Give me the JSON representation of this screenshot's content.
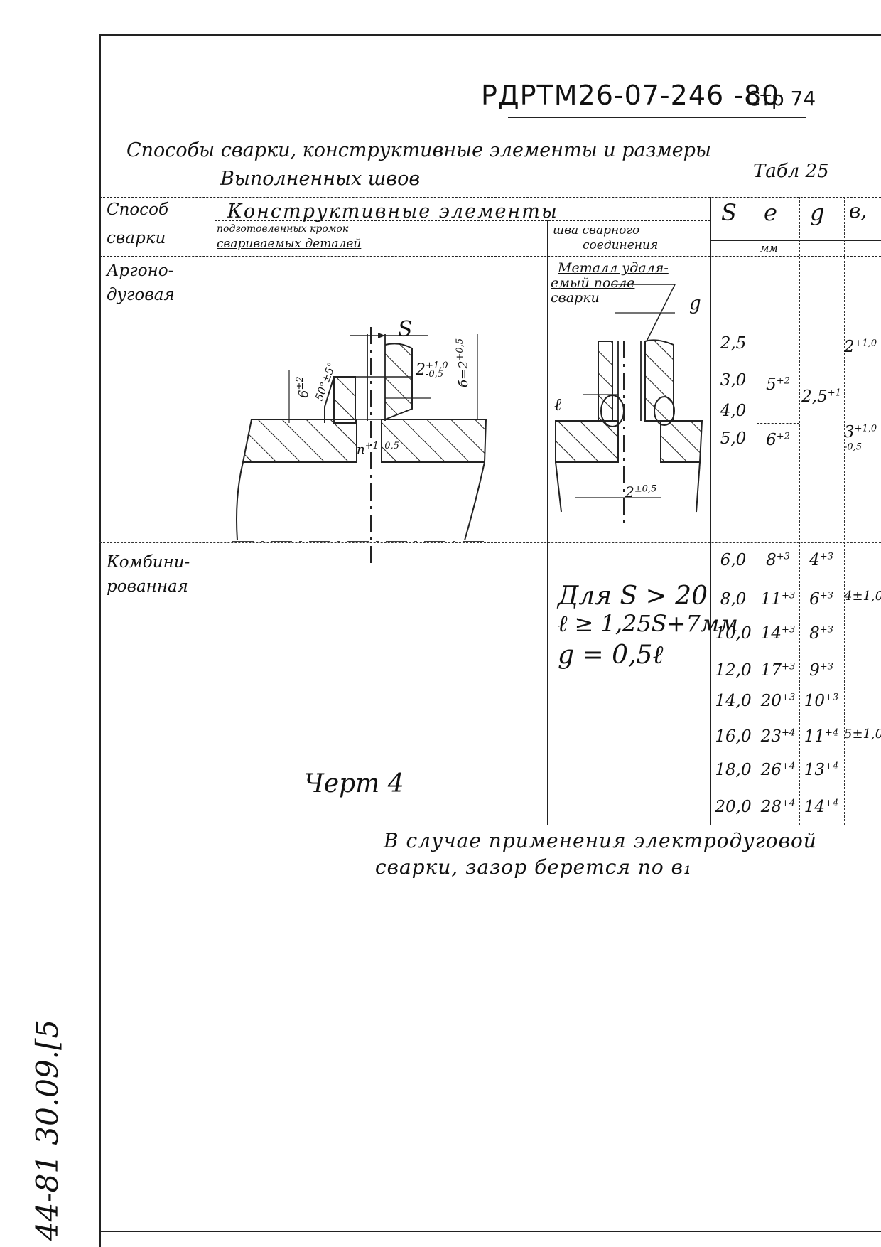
{
  "header": {
    "doc_code": "РДРТМ26-07-246 -80",
    "page": "Стр 74"
  },
  "title": {
    "line1": "Способы сварки, конструктивные элементы и размеры",
    "line2": "Выполненных швов",
    "table_ref": "Табл 25"
  },
  "table": {
    "col_method_1": "Способ",
    "col_method_2": "сварки",
    "col_elements": "Конструктивные элементы",
    "col_prep_1": "подготовленных кромок",
    "col_prep_2": "свариваемых деталей",
    "col_seam_1": "шва сварного",
    "col_seam_2": "соединения",
    "col_s": "S",
    "col_e": "e",
    "col_g": "g",
    "col_b": "в,",
    "units": "мм",
    "method_1_l1": "Аргоно-",
    "method_1_l2": "дуговая",
    "method_2_l1": "Комбини-",
    "method_2_l2": "рованная",
    "s_values": [
      "2,5",
      "3,0",
      "4,0",
      "5,0",
      "6,0",
      "8,0",
      "10,0",
      "12,0",
      "14,0",
      "16,0",
      "18,0",
      "20,0"
    ],
    "e_values": [
      "5",
      "6",
      "8",
      "11",
      "14",
      "17",
      "20",
      "23",
      "26",
      "28"
    ],
    "e_tol": [
      "+2",
      "+2",
      "+3",
      "+3",
      "+3",
      "+3",
      "+3",
      "+4",
      "+4",
      "+4"
    ],
    "g_values": [
      "2,5",
      "4",
      "6",
      "8",
      "9",
      "10",
      "11",
      "13",
      "14"
    ],
    "g_tol": [
      "+1",
      "+3",
      "+3",
      "+3",
      "+3",
      "+3",
      "+4",
      "+4",
      "+4"
    ],
    "b_values": [
      "2",
      "3",
      "4",
      "5"
    ],
    "b_tol": [
      "+1,0",
      "+1,0 -0,5",
      "±1,0",
      "±1,0"
    ]
  },
  "drawing": {
    "metal_note_1": "Металл удаля-",
    "metal_note_2": "емый после",
    "metal_note_3": "сварки",
    "dim_s": "S",
    "dim_g": "g",
    "dim_l": "ℓ",
    "dim_gap": "2",
    "dim_gap_tol_up": "+1,0",
    "dim_gap_tol_dn": "-0,5",
    "dim_b": "б=2",
    "dim_b_tol": "+0,5",
    "dim_6": "6",
    "dim_6_tol": "±2",
    "dim_angle": "50°",
    "dim_angle_tol": "±5°",
    "dim_n": "n",
    "dim_n_tol": "+1 -0,5",
    "dim_2": "2",
    "dim_2_tol": "±0,5",
    "formula_1": "Для S > 20",
    "formula_2": "ℓ ≥ 1,25S+7мм",
    "formula_3": "g = 0,5ℓ",
    "caption": "Черт 4"
  },
  "note": {
    "line1": "В случае применения электродуговой",
    "line2": "сварки, зазор берется по в₁"
  },
  "margin_stamp": "44-81 30.09.",
  "margin_sign": "[5"
}
